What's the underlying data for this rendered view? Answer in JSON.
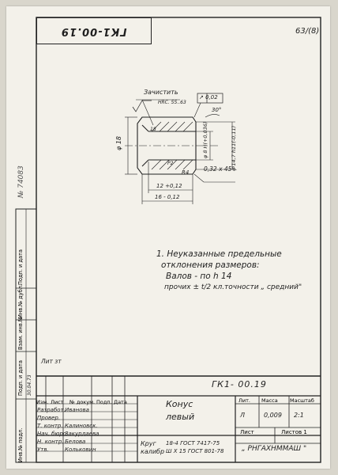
{
  "sheet": {
    "top_stamp": "ГК1-00.19",
    "sheet_no": "63/(8)"
  },
  "drawing": {
    "finish_note": "Зачистить",
    "hardness": "HRC. 55..63",
    "runout": "↗ 0,02",
    "angle_30": "30°",
    "angle_18": "18",
    "dia_18": "φ 18",
    "dia_inner": "φ 8 Н(+0,036)",
    "dia_outer": "φ 14,7 h11(-0,11)",
    "radius": "R4",
    "chamfer_small": "Р2",
    "chamfer": "0,32 x 45°",
    "len_12": "12 +0,12",
    "len_16": "16 - 0,12"
  },
  "notes": {
    "line1": "1. Неуказанные предельные",
    "line2": "отклонения размеров:",
    "line3": "Валов  - по h 14",
    "line4": "прочих ± t/2 кл.точности „ средний\""
  },
  "sidebar": {
    "labels": [
      "Инв.№ подл.",
      "Подп. и дата",
      "Взам. инв.№",
      "Инв.№ дубл.",
      "Подп. и дата"
    ],
    "hand_number": "№ 74083",
    "dates": "30.04.73"
  },
  "litzt": "Лит зт",
  "title_block": {
    "designation": "ГК1- 00.19",
    "name_line1": "Конус",
    "name_line2": "левый",
    "col_headers": [
      "Изм.",
      "Лист",
      "№ докум.",
      "Подп.",
      "Дата"
    ],
    "roles": [
      "Разработ.",
      "Провер.",
      "Т. контр.",
      "Нач. бюро",
      "Н. контр.",
      "Утв."
    ],
    "people": [
      "Иванова",
      "",
      "Калиновск.",
      "Закурдаева",
      "Белова",
      "Кольковин"
    ],
    "material_line1": "Круг",
    "material_line2": "калибр",
    "material_spec1": "18-4 ГОСТ 7417-75",
    "material_spec2": "Ш Х 15 ГОСТ 801-78",
    "lit_header": "Лит.",
    "mass_header": "Масса",
    "scale_header": "Масштаб",
    "lit_value": "Л",
    "mass_value": "0,009",
    "scale_value": "2:1",
    "sheet_label": "Лист",
    "sheets_label": "Листов 1",
    "org": "„ РНГАХНММАШ \""
  }
}
